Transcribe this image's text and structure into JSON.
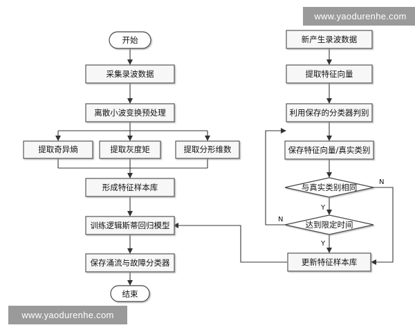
{
  "watermark": "www.yaodurenhe.com",
  "left": {
    "start": "开始",
    "collect": "采集录波数据",
    "wavelet": "离散小波变换预处理",
    "entropy": "提取奇异熵",
    "gray_moment": "提取灰度矩",
    "fractal": "提取分形维数",
    "library": "形成特征样本库",
    "train": "训练逻辑斯蒂回归模型",
    "save": "保存涌流与故障分类器",
    "end": "结束"
  },
  "right": {
    "new_data": "新产生录波数据",
    "extract": "提取特征向量",
    "judge": "利用保存的分类器判别",
    "save_vec": "保存特征向量/真实类别",
    "same": "与真实类别相同",
    "limit": "达到限定时间",
    "update": "更新特征样本库"
  },
  "branch_labels": {
    "yes": "Y",
    "no": "N"
  }
}
